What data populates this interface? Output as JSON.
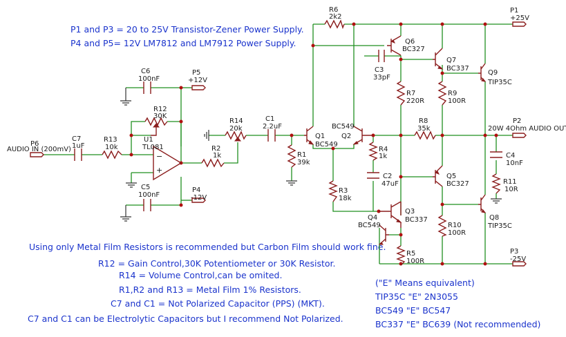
{
  "colors": {
    "wire": "#1f8f1f",
    "component": "#8b1d1d",
    "note": "#1a33cc",
    "junction": "#b01010"
  },
  "notes_top": [
    "P1 and P3 = 20 to 25V Transistor-Zener Power Supply.",
    "P4 and P5= 12V LM7812 and LM7912 Power Supply."
  ],
  "notes_bottom": [
    "Using only Metal Film Resistors is recommended but Carbon Film should work fine.",
    "R12 = Gain Control,30K Potentiometer or 30K Resistor.",
    "R14 = Volume Control,can be omited.",
    "R1,R2 and R13 = Metal Film 1% Resistors.",
    "C7 and C1 = Not Polarized Capacitor (PPS) (MKT).",
    "C7 and C1 can be Electrolytic Capacitors but I recommend Not Polarized."
  ],
  "equivalents": [
    "(\"E\" Means equivalent)",
    "TIP35C \"E\" 2N3055",
    "BC549 \"E\" BC547",
    "BC337 \"E\" BC639 (Not recommended)"
  ],
  "ports": {
    "p6": {
      "ref": "P6",
      "value": "AUDIO IN (200mV)"
    },
    "p5": {
      "ref": "P5",
      "value": "+12V"
    },
    "p4": {
      "ref": "P4",
      "value": "-12V"
    },
    "p1": {
      "ref": "P1",
      "value": "+25V"
    },
    "p2": {
      "ref": "P2",
      "value": "20W 4Ohm AUDIO OUT"
    },
    "p3": {
      "ref": "P3",
      "value": "-25V"
    }
  },
  "components": {
    "c7": {
      "ref": "C7",
      "value": "1uF"
    },
    "r13": {
      "ref": "R13",
      "value": "10k"
    },
    "c6": {
      "ref": "C6",
      "value": "100nF"
    },
    "r12": {
      "ref": "R12",
      "value": "30K"
    },
    "u1": {
      "ref": "U1",
      "value": "TL081"
    },
    "c5": {
      "ref": "C5",
      "value": "100nF"
    },
    "r2": {
      "ref": "R2",
      "value": "1k"
    },
    "r14": {
      "ref": "R14",
      "value": "20k"
    },
    "c1": {
      "ref": "C1",
      "value": "2.2uF"
    },
    "r1": {
      "ref": "R1",
      "value": "39k"
    },
    "q1": {
      "ref": "Q1",
      "value": "BC549"
    },
    "q2": {
      "ref": "Q2",
      "value": "BC549"
    },
    "r6": {
      "ref": "R6",
      "value": "2k2"
    },
    "q6": {
      "ref": "Q6",
      "value": "BC327"
    },
    "c3": {
      "ref": "C3",
      "value": "33pF"
    },
    "q7": {
      "ref": "Q7",
      "value": "BC337"
    },
    "q9": {
      "ref": "Q9",
      "value": "TIP35C"
    },
    "r7": {
      "ref": "R7",
      "value": "220R"
    },
    "r9": {
      "ref": "R9",
      "value": "100R"
    },
    "r8": {
      "ref": "R8",
      "value": "35k"
    },
    "r4": {
      "ref": "R4",
      "value": "1k"
    },
    "c2": {
      "ref": "C2",
      "value": "47uF"
    },
    "c4": {
      "ref": "C4",
      "value": "10nF"
    },
    "r11": {
      "ref": "R11",
      "value": "10R"
    },
    "q5": {
      "ref": "Q5",
      "value": "BC327"
    },
    "r3": {
      "ref": "R3",
      "value": "18k"
    },
    "q3": {
      "ref": "Q3",
      "value": "BC337"
    },
    "q4": {
      "ref": "Q4",
      "value": "BC549"
    },
    "q8": {
      "ref": "Q8",
      "value": "TIP35C"
    },
    "r5": {
      "ref": "R5",
      "value": "100R"
    },
    "r10": {
      "ref": "R10",
      "value": "100R"
    }
  }
}
